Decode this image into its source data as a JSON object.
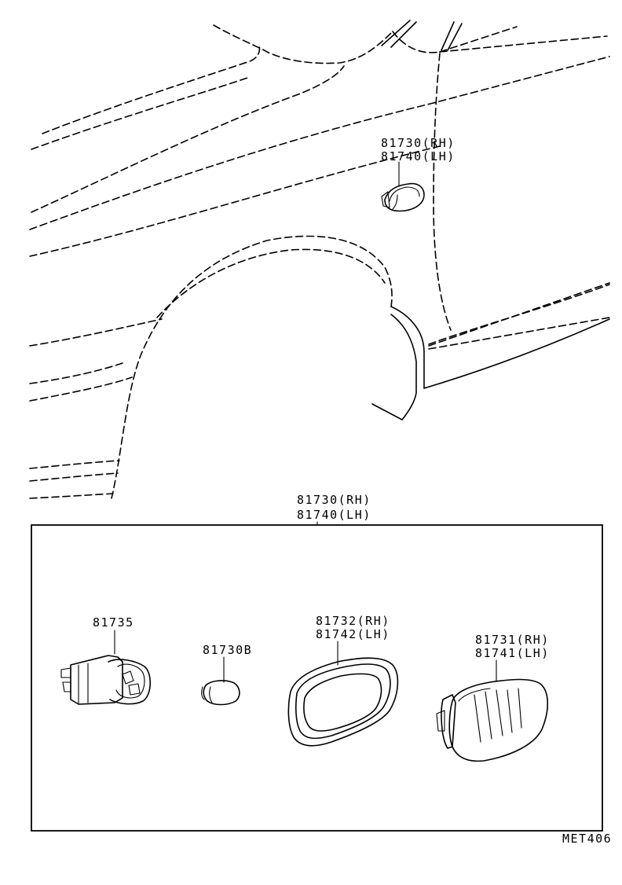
{
  "car_callout": {
    "line1": "81730(RH)",
    "line2": "81740(LH)"
  },
  "assembly_callout": {
    "line1": "81730(RH)",
    "line2": "81740(LH)"
  },
  "parts": {
    "socket": {
      "number": "81735"
    },
    "bulb": {
      "number": "81730B"
    },
    "gasket": {
      "line1": "81732(RH)",
      "line2": "81742(LH)"
    },
    "lens": {
      "line1": "81731(RH)",
      "line2": "81741(LH)"
    }
  },
  "drawing_code": "MET406"
}
